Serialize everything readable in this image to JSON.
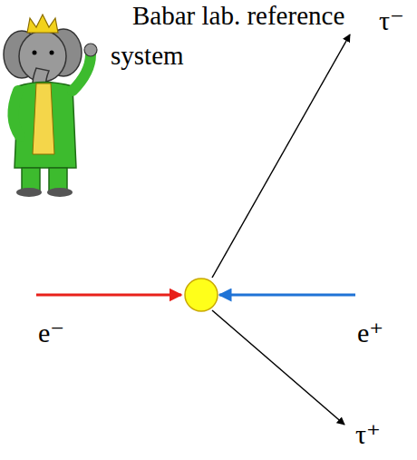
{
  "diagram": {
    "labels": [
      "Babar lab. reference",
      "system",
      "e⁻",
      "e⁺",
      "τ⁻",
      "τ⁺"
    ]
  }
}
